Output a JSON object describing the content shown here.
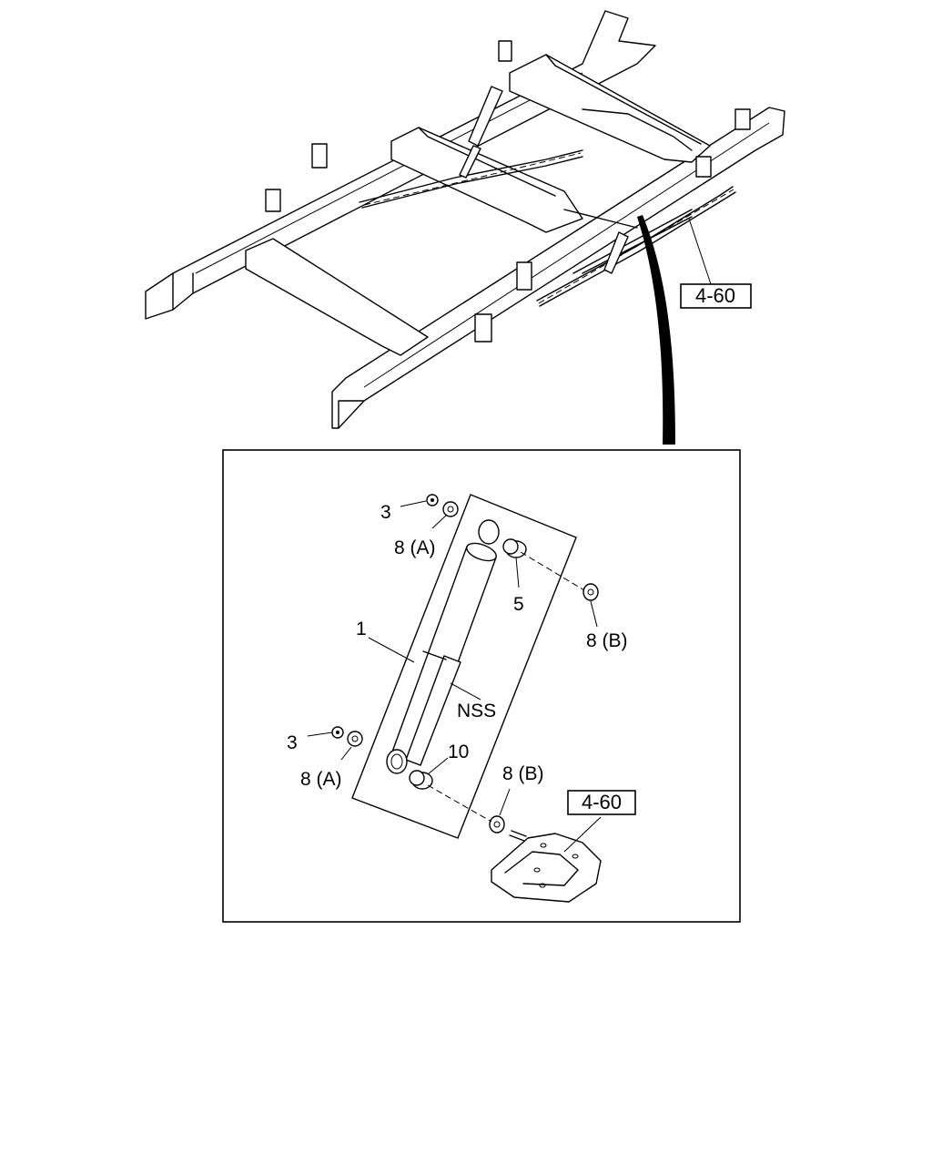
{
  "overview": {
    "ref_label": "4-60"
  },
  "detail": {
    "callouts": {
      "nut_upper": "3",
      "washer_upper": "8 (A)",
      "bushing_upper": "5",
      "washer_upper_b": "8 (B)",
      "shock_absorber": "1",
      "nss": "NSS",
      "nut_lower": "3",
      "washer_lower": "8 (A)",
      "bushing_lower": "10",
      "washer_lower_b": "8 (B)"
    },
    "bracket_ref_label": "4-60"
  }
}
